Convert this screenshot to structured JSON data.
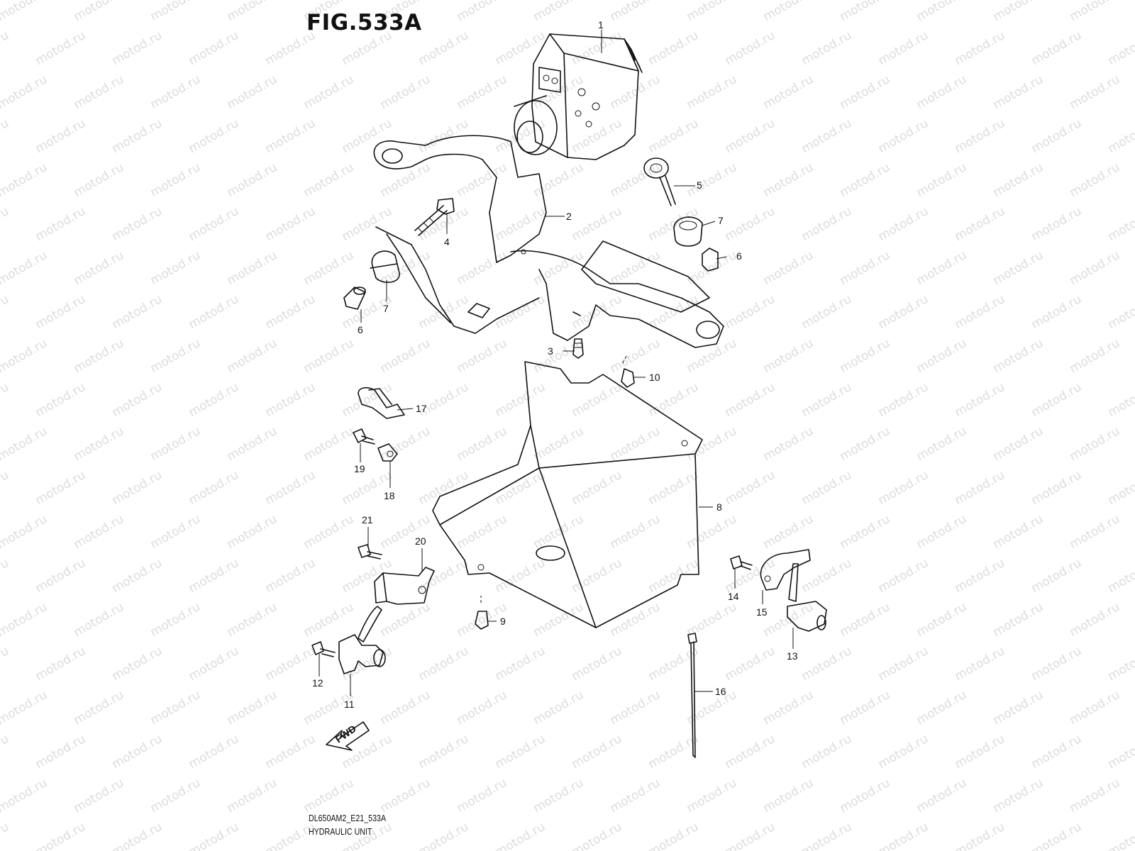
{
  "title": "FIG.533A",
  "footer": {
    "code": "DL650AM2_E21_533A",
    "name": "HYDRAULIC UNIT"
  },
  "watermark": "motod.ru",
  "fwd_label": "FWD",
  "callouts": [
    "1",
    "2",
    "3",
    "4",
    "5",
    "6",
    "7",
    "6",
    "7",
    "8",
    "9",
    "10",
    "11",
    "12",
    "13",
    "14",
    "15",
    "16",
    "17",
    "18",
    "19",
    "20",
    "21"
  ],
  "colors": {
    "line": "#111111",
    "watermark": "#dcdcdc",
    "background": "#ffffff"
  }
}
